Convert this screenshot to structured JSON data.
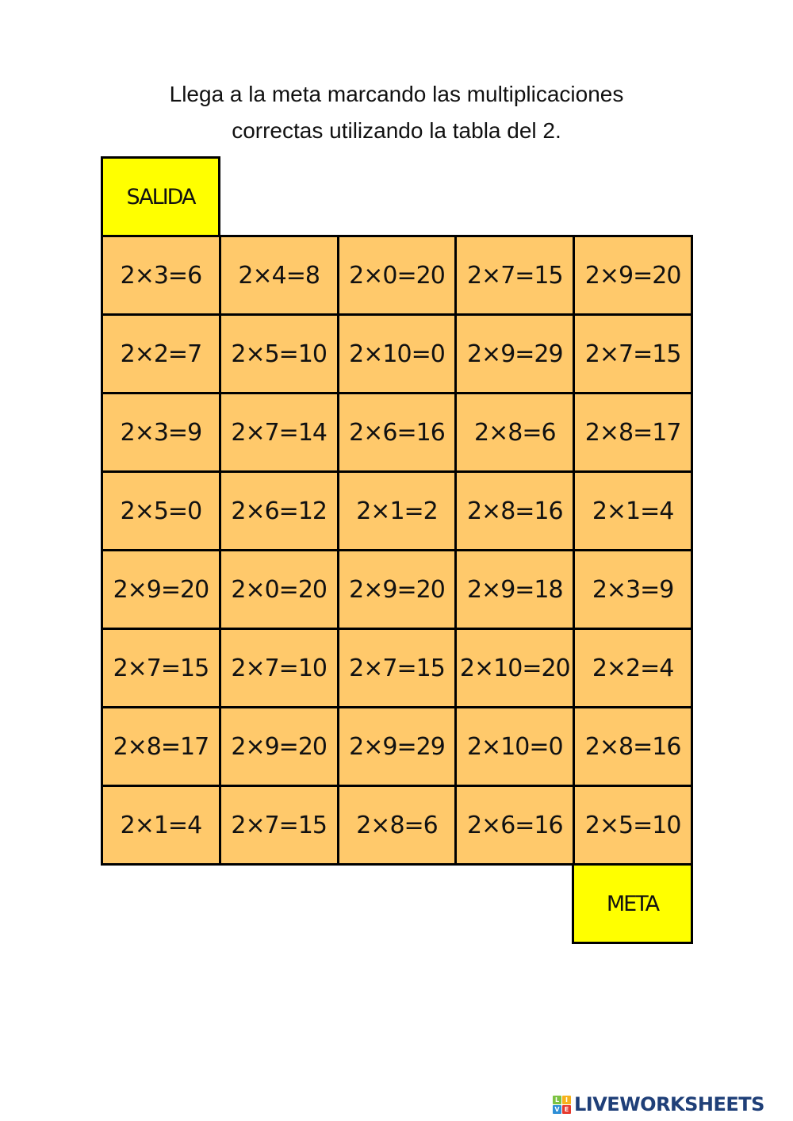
{
  "instructions": {
    "line1": "Llega a la meta marcando las multiplicaciones",
    "line2": "correctas utilizando la tabla del 2."
  },
  "start_label": "SALIDA",
  "goal_label": "META",
  "colors": {
    "cell_background": "#ffc96b",
    "start_goal_background": "#ffff00",
    "border": "#000000",
    "watermark_text": "#1f3f78"
  },
  "maze": {
    "rows": [
      [
        "2×3=6",
        "2×4=8",
        "2×0=20",
        "2×7=15",
        "2×9=20"
      ],
      [
        "2×2=7",
        "2×5=10",
        "2×10=0",
        "2×9=29",
        "2×7=15"
      ],
      [
        "2×3=9",
        "2×7=14",
        "2×6=16",
        "2×8=6",
        "2×8=17"
      ],
      [
        "2×5=0",
        "2×6=12",
        "2×1=2",
        "2×8=16",
        "2×1=4"
      ],
      [
        "2×9=20",
        "2×0=20",
        "2×9=20",
        "2×9=18",
        "2×3=9"
      ],
      [
        "2×7=15",
        "2×7=10",
        "2×7=15",
        "2×10=20",
        "2×2=4"
      ],
      [
        "2×8=17",
        "2×9=20",
        "2×9=29",
        "2×10=0",
        "2×8=16"
      ],
      [
        "2×1=4",
        "2×7=15",
        "2×8=6",
        "2×6=16",
        "2×5=10"
      ]
    ]
  },
  "watermark": {
    "logo_letters": [
      "L",
      "I",
      "V",
      "E"
    ],
    "logo_colors": [
      "#7cc242",
      "#f6b21b",
      "#2e8fd6",
      "#e63a2e"
    ],
    "text": "LIVEWORKSHEETS"
  }
}
